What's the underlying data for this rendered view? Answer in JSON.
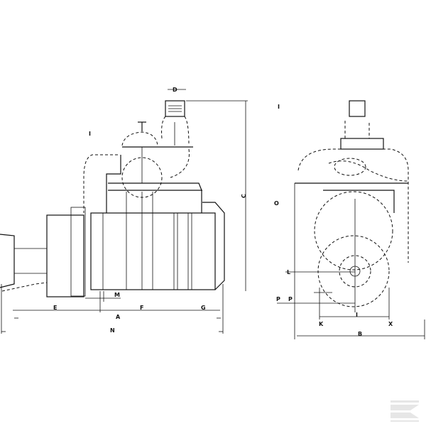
{
  "title": "Pump dimension drawing",
  "side_view": {
    "labels": {
      "D": "D",
      "C": "C",
      "I": "I",
      "E": "E",
      "F": "F",
      "G": "G",
      "M": "M",
      "A": "A",
      "N": "N"
    }
  },
  "front_view": {
    "labels": {
      "I_top": "I",
      "O": "O",
      "L": "L",
      "P1": "P",
      "P2": "P",
      "K": "K",
      "X": "X",
      "I": "I",
      "B": "B"
    }
  },
  "logo": {
    "text": "K",
    "color": "#e6e6e6"
  }
}
